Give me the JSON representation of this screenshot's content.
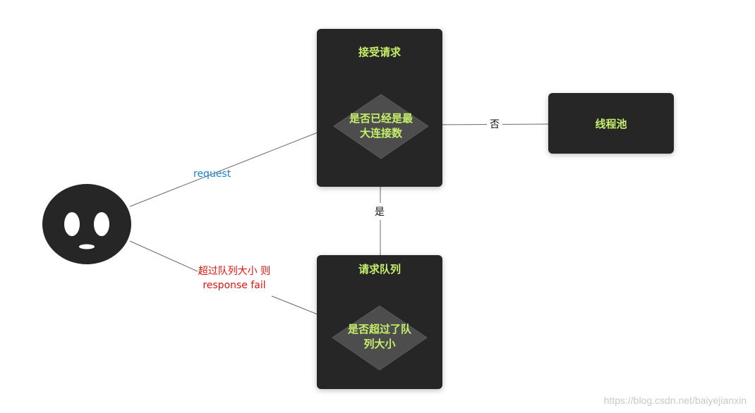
{
  "nodes": {
    "accept": {
      "title": "接受请求",
      "diamond": [
        "是否已经是最",
        "大连接数"
      ]
    },
    "queue": {
      "title": "请求队列",
      "diamond": [
        "是否超过了队",
        "列大小"
      ]
    },
    "pool": {
      "title": "线程池"
    }
  },
  "edges": {
    "request": "request",
    "no": "否",
    "yes": "是",
    "fail_line1": "超过队列大小 则",
    "fail_line2": "response fail"
  },
  "watermark": "https://blog.csdn.net/baiyejianxin",
  "colors": {
    "box": "#262626",
    "label": "#c6f06a",
    "diamond": "#4d4d4d",
    "request": "#1a7fd8",
    "fail": "#e0140f"
  }
}
